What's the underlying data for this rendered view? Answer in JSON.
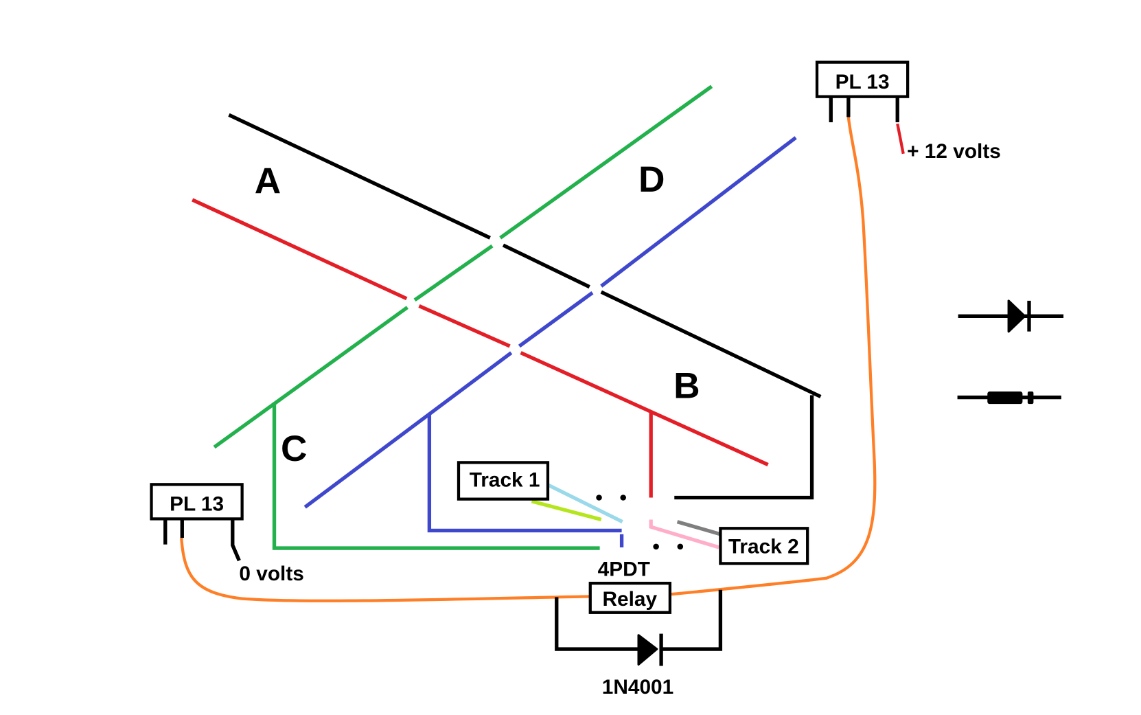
{
  "title": "Crossover track switching wiring diagram",
  "regions": {
    "a": "A",
    "b": "B",
    "c": "C",
    "d": "D"
  },
  "components": {
    "pl13_top": "PL 13",
    "pl13_bottom": "PL 13",
    "relay_type": "4PDT",
    "relay": "Relay",
    "diode": "1N4001",
    "track1": "Track 1",
    "track2": "Track 2"
  },
  "supply": {
    "positive": "+ 12 volts",
    "zero": "0 volts"
  },
  "legend": {
    "symbol_1": "diode-schematic-symbol",
    "symbol_2": "diode-physical-package"
  },
  "colors": {
    "black_wire": "#000000",
    "red_wire": "#e41e26",
    "green_wire": "#22b14c",
    "blue_wire": "#3f48cc",
    "orange_wire": "#ff7f27",
    "light_blue_wire": "#99d9ea",
    "lime_wire": "#b5e61d",
    "pink_wire": "#ffaec9",
    "gray_wire": "#7f7f7f"
  }
}
